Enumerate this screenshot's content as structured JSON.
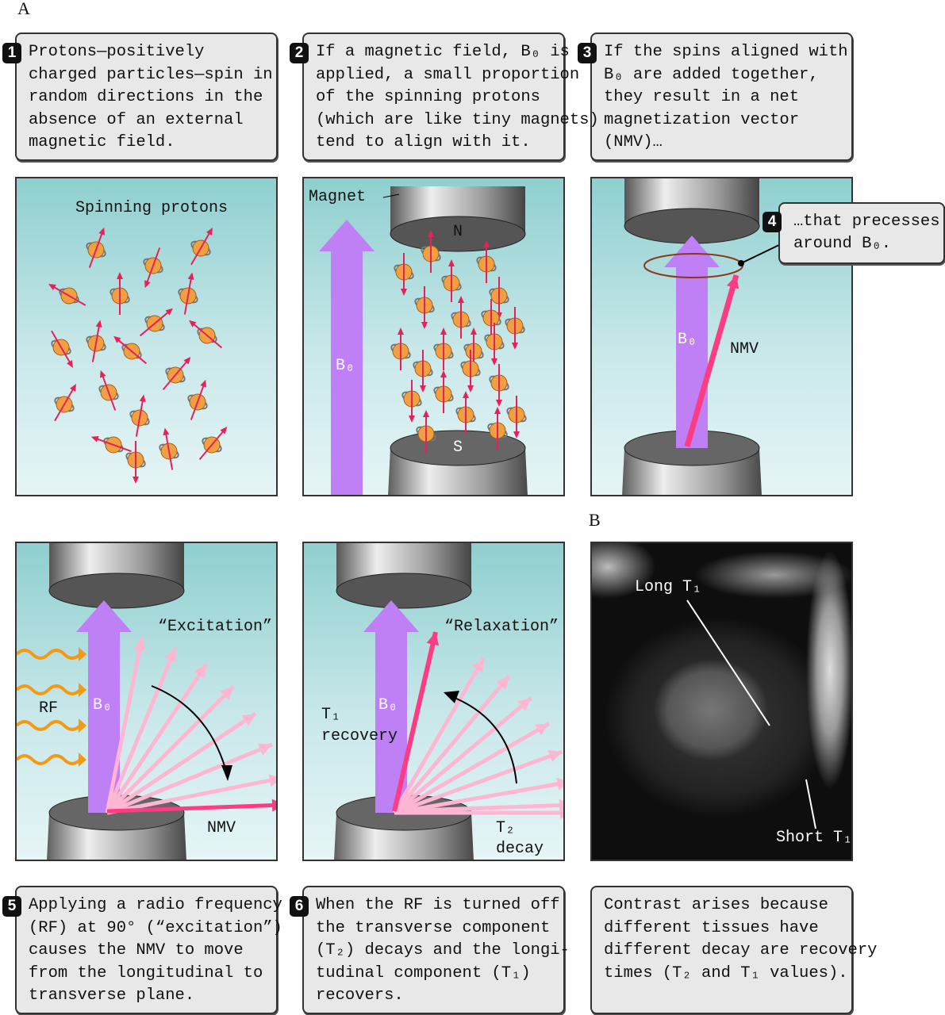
{
  "figure_labels": {
    "a": "A",
    "b": "B"
  },
  "boxes": [
    {
      "num": "1",
      "lines": [
        "Protons—positively",
        "charged particles—spin in",
        "random directions in the",
        "absence of an external",
        "magnetic field."
      ]
    },
    {
      "num": "2",
      "lines": [
        "If a magnetic field, B₀ is",
        "applied, a small proportion",
        "of the spinning protons",
        "(which are like tiny magnets)",
        "tend to align with it."
      ]
    },
    {
      "num": "3",
      "lines": [
        "If the spins aligned with",
        "B₀ are added together,",
        "they result in a net",
        "magnetization vector",
        "(NMV)…"
      ]
    },
    {
      "num": "5",
      "lines": [
        "Applying a radio frequency",
        "(RF) at 90° (“excitation”)",
        "causes the NMV to move",
        "from the longitudinal to",
        "transverse plane."
      ]
    },
    {
      "num": "6",
      "lines": [
        "When the RF is turned off",
        "the transverse component",
        "(T₂) decays and the longi-",
        "tudinal component (T₁)",
        "recovers."
      ]
    },
    {
      "num": "",
      "lines": [
        "Contrast arises because",
        "different tissues have",
        "different decay are recovery",
        "times (T₂ and T₁ values)."
      ]
    }
  ],
  "callout4": {
    "num": "4",
    "lines": [
      "…that precesses",
      "around B₀."
    ]
  },
  "panel1": {
    "title": "Spinning protons"
  },
  "panel2": {
    "magnet": "Magnet",
    "north": "N",
    "south": "S",
    "b0": "B₀"
  },
  "panel3": {
    "b0": "B₀",
    "nmv": "NMV"
  },
  "panel5": {
    "excitation": "“Excitation”",
    "rf": "RF",
    "b0": "B₀",
    "nmv": "NMV"
  },
  "panel6": {
    "relaxation": "“Relaxation”",
    "t1a": "T₁",
    "t1b": "recovery",
    "b0": "B₀",
    "t2a": "T₂",
    "t2b": "decay"
  },
  "mri": {
    "long": "Long T₁",
    "short": "Short T₁"
  },
  "colors": {
    "b0": "#bf7ff5",
    "nmv": "#ff3b84",
    "faded": "#ffb6d2",
    "rf": "#f39a12"
  }
}
